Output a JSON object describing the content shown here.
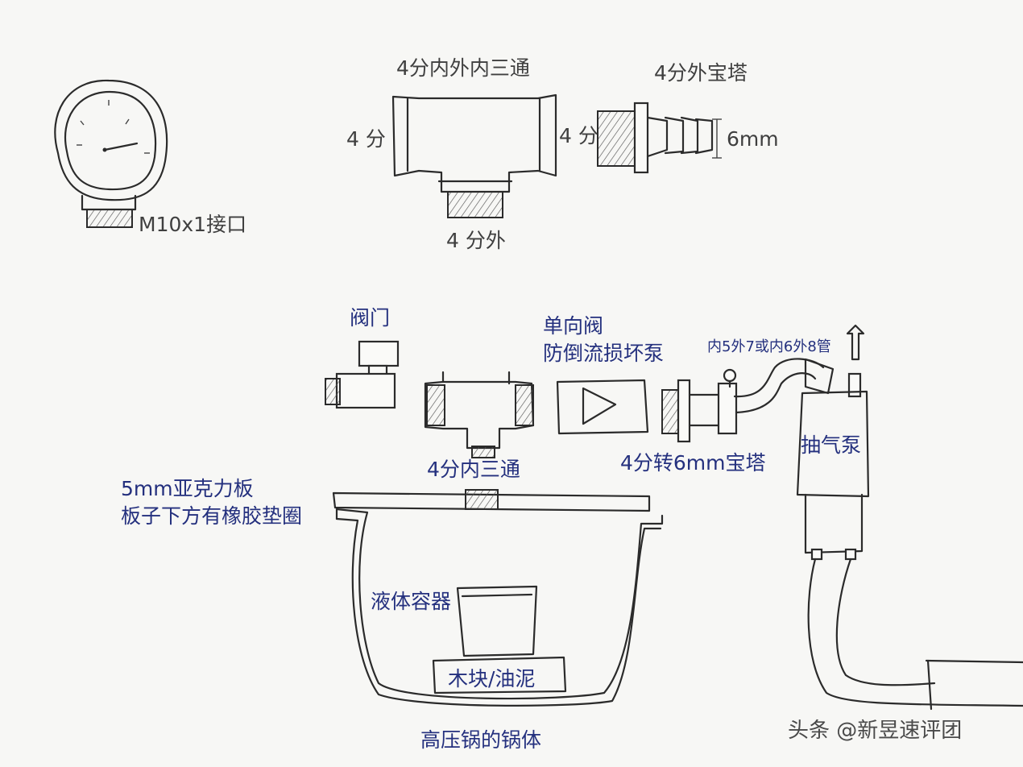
{
  "labels": {
    "tee_top": "4分内外内三通",
    "tee_left": "4 分",
    "tee_right": "4 分",
    "tee_bottom": "4 分外",
    "barb_top": "4分外宝塔",
    "barb_size": "6mm",
    "gauge_port": "M10x1接口",
    "valve": "阀门",
    "check_valve_1": "单向阀",
    "check_valve_2": "防倒流损坏泵",
    "hose_spec": "内5外7或内6外8管",
    "tee_inner": "4分内三通",
    "barb_adapter": "4分转6mm宝塔",
    "pump": "抽气泵",
    "acrylic_1": "5mm亚克力板",
    "acrylic_2": "板子下方有橡胶垫圈",
    "liquid": "液体容器",
    "block": "木块/油泥",
    "pot": "高压锅的锅体",
    "watermark": "头条 @新昱速评团"
  },
  "colors": {
    "ink": "#2b2b2b",
    "gray_text": "#3f3f3f",
    "blue_text": "#24307e",
    "paper": "#f7f7f5"
  }
}
